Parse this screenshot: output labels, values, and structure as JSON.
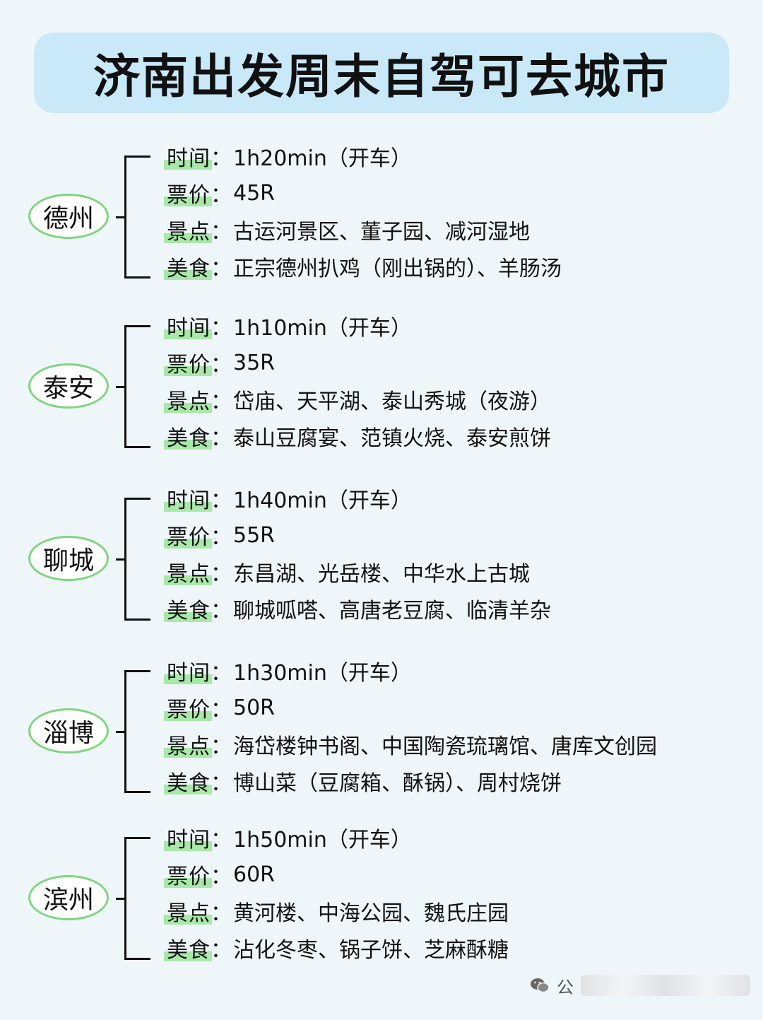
{
  "title": "济南出发周末自驾可去城市",
  "labels": {
    "time": "时间",
    "price": "票价",
    "sights": "景点",
    "food": "美食",
    "colon": "："
  },
  "cities": [
    {
      "name": "德州",
      "time": "1h20min（开车）",
      "price": "45R",
      "sights": "古运河景区、董子园、减河湿地",
      "food": "正宗德州扒鸡（刚出锅的）、羊肠汤"
    },
    {
      "name": "泰安",
      "time": "1h10min（开车）",
      "price": "35R",
      "sights": "岱庙、天平湖、泰山秀城（夜游）",
      "food": "泰山豆腐宴、范镇火烧、泰安煎饼"
    },
    {
      "name": "聊城",
      "time": "1h40min（开车）",
      "price": "55R",
      "sights": "东昌湖、光岳楼、中华水上古城",
      "food": "聊城呱嗒、高唐老豆腐、临清羊杂"
    },
    {
      "name": "淄博",
      "time": "1h30min（开车）",
      "price": "50R",
      "sights": "海岱楼钟书阁、中国陶瓷琉璃馆、唐库文创园",
      "food": "博山菜（豆腐箱、酥锅）、周村烧饼"
    },
    {
      "name": "滨州",
      "time": "1h50min（开车）",
      "price": "60R",
      "sights": "黄河楼、中海公园、魏氏庄园",
      "food": "沾化冬枣、锅子饼、芝麻酥糖"
    }
  ],
  "watermark": {
    "text": "公",
    "icon": "wechat-icon"
  }
}
